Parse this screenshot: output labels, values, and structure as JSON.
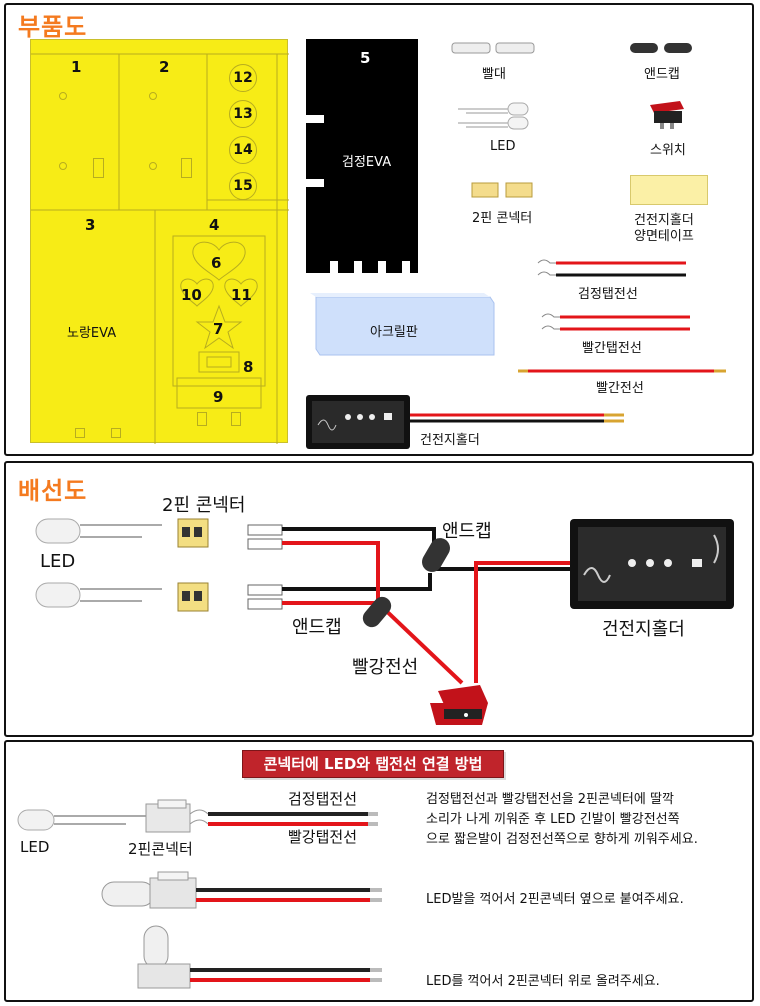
{
  "parts": {
    "title": "부품도",
    "board_numbers": [
      "1",
      "2",
      "3",
      "4",
      "5",
      "6",
      "7",
      "8",
      "9",
      "10",
      "11",
      "12",
      "13",
      "14",
      "15"
    ],
    "yellow_eva_label": "노랑EVA",
    "black_eva_label": "검정EVA",
    "acrylic_label": "아크릴판",
    "straw_label": "빨대",
    "endcap_label": "앤드캡",
    "led_label": "LED",
    "switch_label": "스위치",
    "connector_label": "2핀 콘넥터",
    "holder_tape_label_1": "건전지홀더",
    "holder_tape_label_2": "양면테이프",
    "black_tab_wire_label": "검정탭전선",
    "red_tab_wire_label": "빨간탭전선",
    "red_wire_label": "빨간전선",
    "battery_holder_label": "건전지홀더"
  },
  "wiring": {
    "title": "배선도",
    "connector_label": "2핀 콘넥터",
    "led_label": "LED",
    "endcap_top_label": "앤드캡",
    "endcap_bottom_label": "앤드캡",
    "battery_holder_label": "건전지홀더",
    "red_wire_label": "빨강전선"
  },
  "method": {
    "banner": "콘넥터에 LED와 탭전선 연결 방법",
    "led_label": "LED",
    "connector_label": "2핀콘넥터",
    "black_wire_label": "검정탭전선",
    "red_wire_label": "빨강탭전선",
    "step1_line1": "검정탭전선과 빨강탭전선을 2핀콘넥터에 딸깍",
    "step1_line2": "소리가 나게 끼워준 후 LED 긴발이 빨강전선쪽",
    "step1_line3": "으로 짧은발이 검정전선쪽으로 향하게 끼워주세요.",
    "step2": "LED발을 꺽어서 2핀콘넥터 옆으로 붙여주세요.",
    "step3": "LED를 꺽어서 2핀콘넥터 위로 올려주세요."
  },
  "colors": {
    "title_orange": "#f47a1f",
    "eva_yellow": "#f7ec16",
    "banner_red": "#c0242b",
    "wire_red": "#e3151a",
    "wire_black": "#111111"
  }
}
